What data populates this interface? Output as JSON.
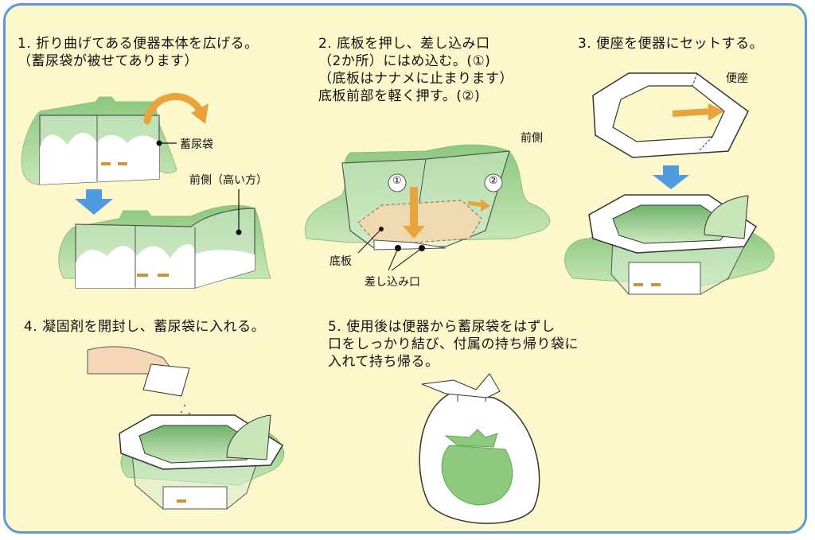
{
  "steps": [
    {
      "lines": [
        "1. 折り曲げてある便器本体を広げる。",
        "（蓄尿袋が被せてあります）"
      ]
    },
    {
      "lines": [
        "2. 底板を押し、差し込み口",
        "（2か所）にはめ込む。(①)",
        "（底板はナナメに止まります）",
        "底板前部を軽く押す。(②)"
      ]
    },
    {
      "lines": [
        "3. 便座を便器にセットする。"
      ]
    },
    {
      "lines": [
        "4. 凝固剤を開封し、蓄尿袋に入れる。"
      ]
    },
    {
      "lines": [
        "5. 使用後は便器から蓄尿袋をはずし",
        "口をしっかり結び、付属の持ち帰り袋に",
        "入れて持ち帰る。"
      ]
    }
  ],
  "labels": {
    "bag": "蓄尿袋",
    "front_high": "前側（高い方）",
    "front": "前側",
    "num1": "①",
    "num2": "②",
    "base": "底板",
    "slots": "差し込み口",
    "seat": "便座"
  },
  "colors": {
    "background": "#fdf7cc",
    "border": "#5b9bd5",
    "bag_green": "#9fd08f",
    "arrow_orange": "#e8a33c",
    "arrow_blue": "#4f9be0"
  }
}
